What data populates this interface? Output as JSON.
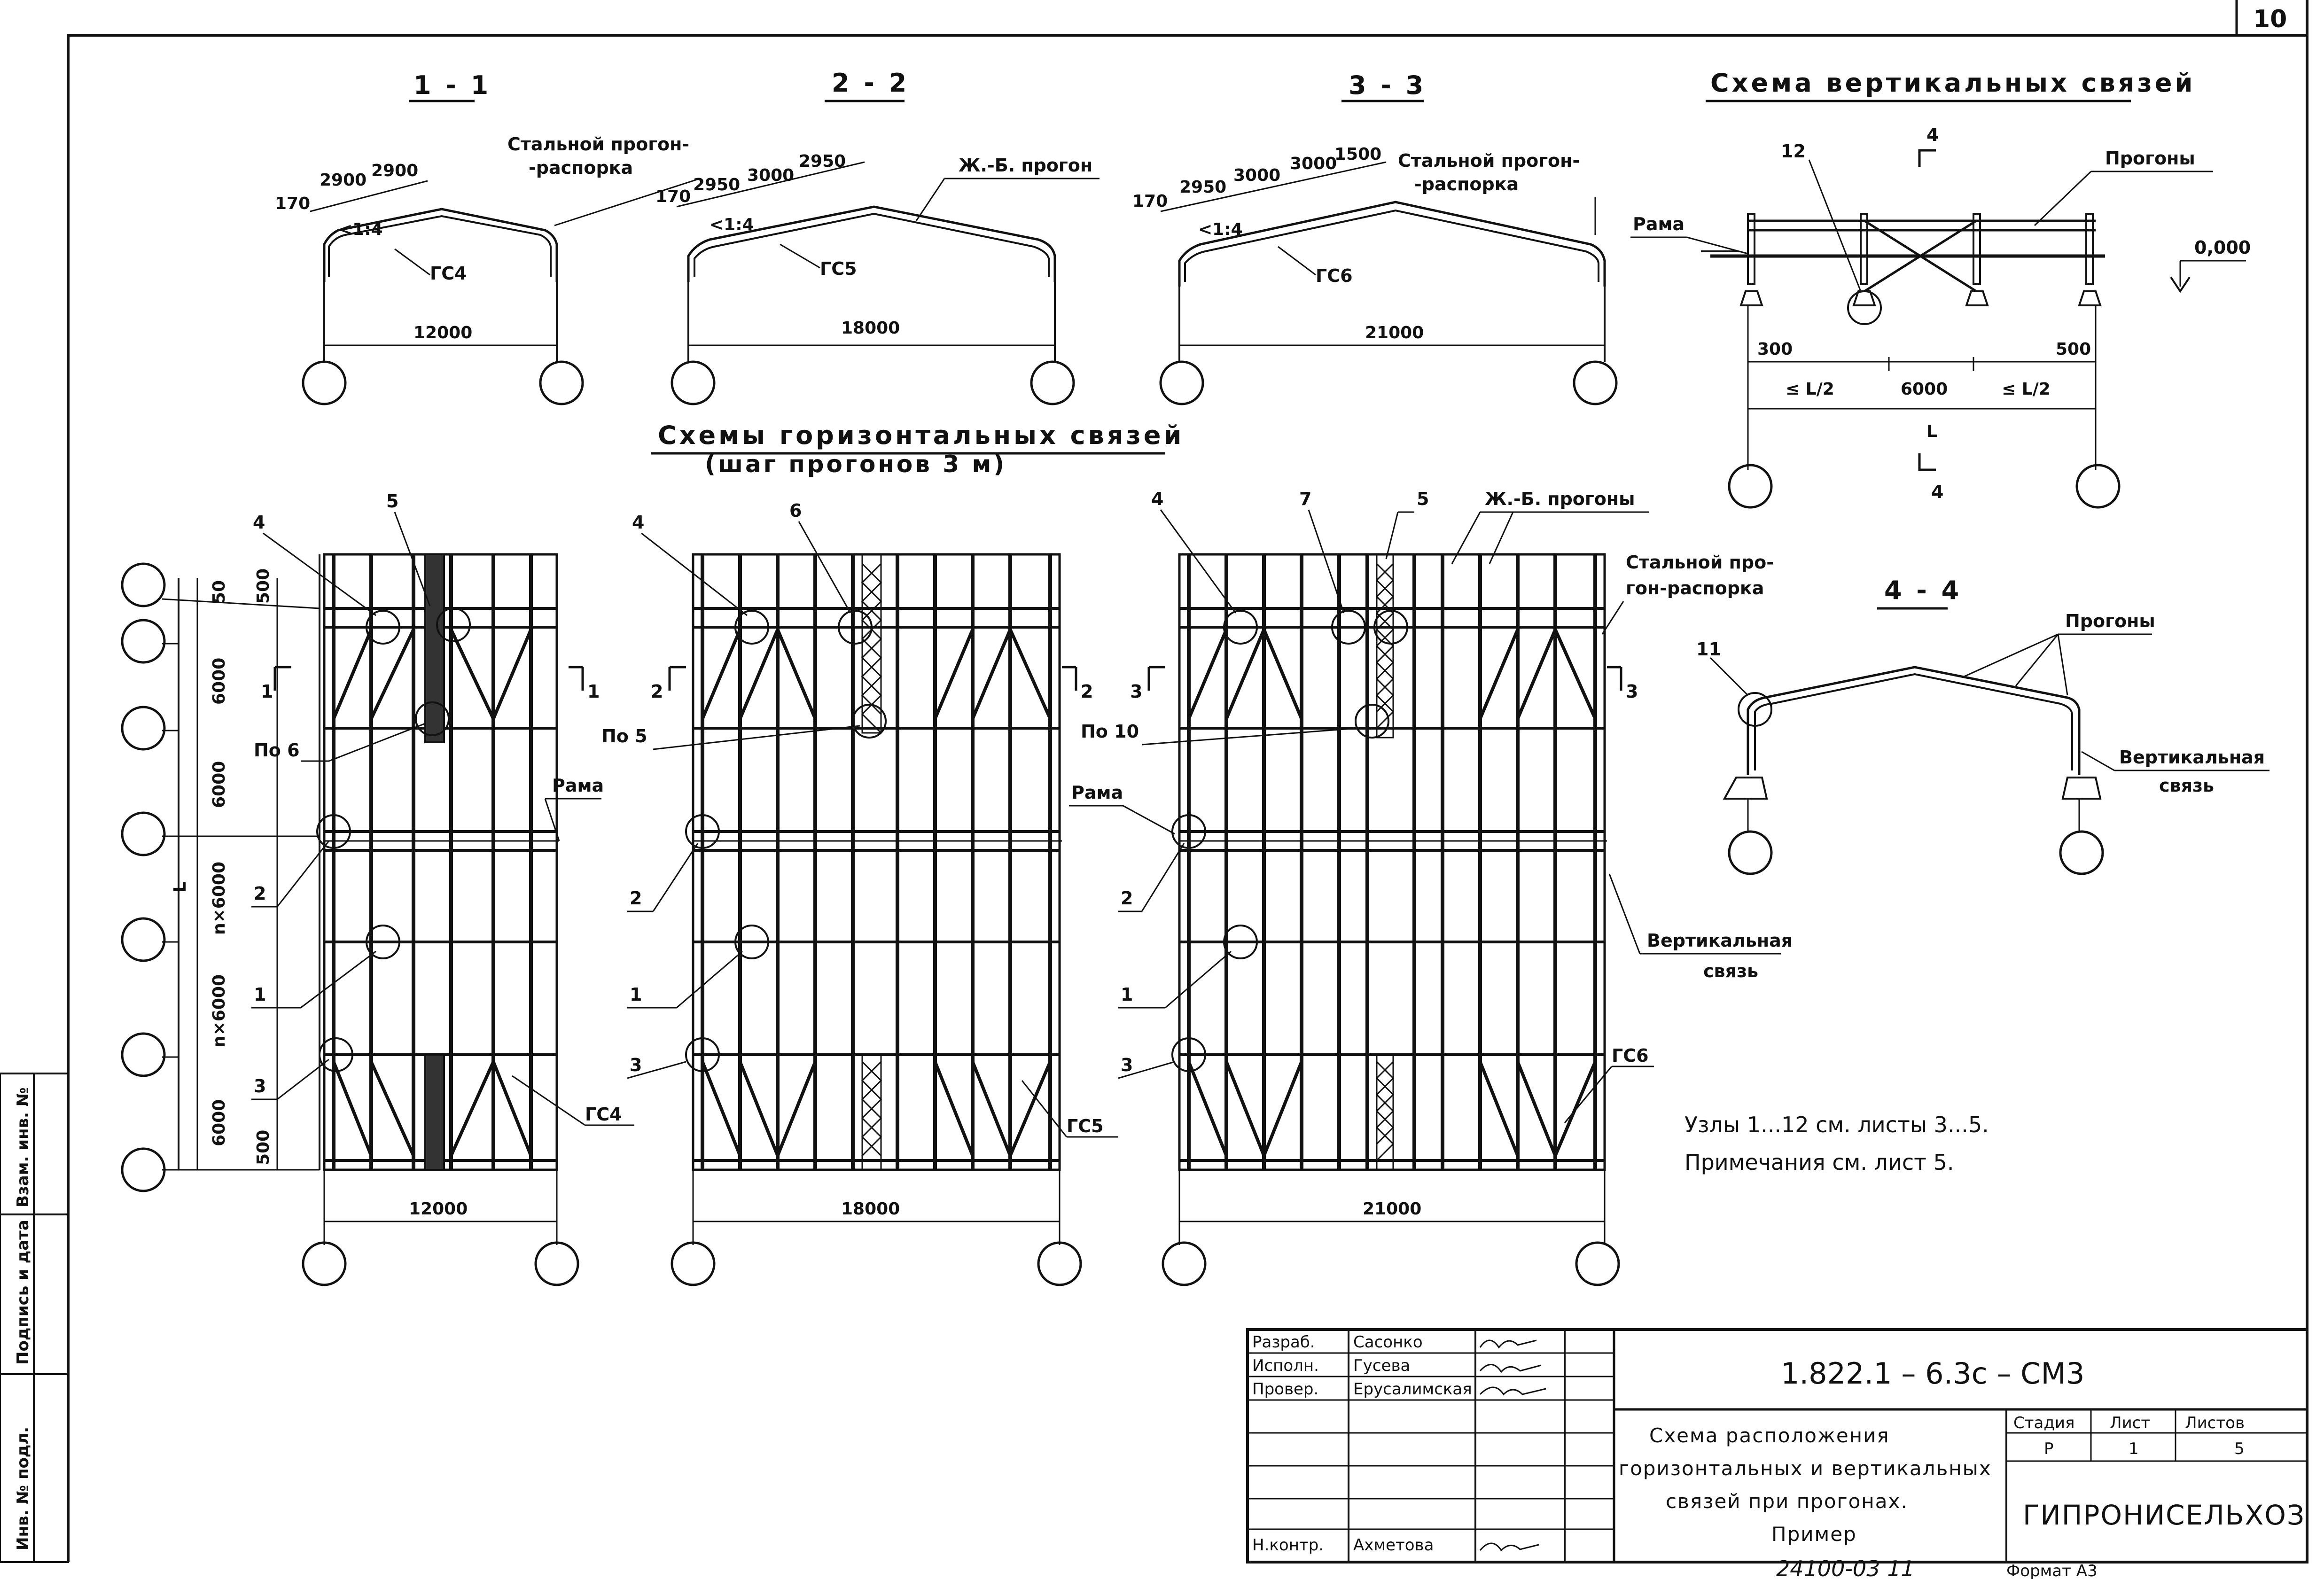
{
  "sheet_number": "10",
  "sections": {
    "s11": {
      "title": "1 - 1",
      "dims": [
        "170",
        "2900",
        "2900",
        "<1:4"
      ],
      "span": "12000",
      "member": "ГС4",
      "note": "Стальной прогон-\n-распорка"
    },
    "s22": {
      "title": "2 - 2",
      "dims": [
        "170",
        "2950",
        "3000",
        "2950",
        "<1:4"
      ],
      "span": "18000",
      "member": "ГС5",
      "note": "Ж.-Б. прогон"
    },
    "s33": {
      "title": "3 - 3",
      "dims": [
        "170",
        "2950",
        "3000",
        "3000",
        "1500",
        "<1:4"
      ],
      "span": "21000",
      "member": "ГС6",
      "note": "Стальной прогон-\n-распорка"
    }
  },
  "vertical_scheme": {
    "title": "Схема вертикальных связей",
    "labels": {
      "section_mark": "4",
      "node": "12",
      "purlins": "Прогоны",
      "frame": "Рама",
      "level": "0,000"
    },
    "dims": {
      "left_off": "300",
      "right_off": "500",
      "left_half": "≤ L/2",
      "mid": "6000",
      "right_half": "≤ L/2",
      "total": "L"
    }
  },
  "horizontal_scheme": {
    "title": "Схемы горизонтальных связей",
    "subtitle": "(шаг прогонов 3 м)",
    "left_dims": [
      "50",
      "500",
      "6000",
      "6000",
      "n×6000",
      "n×6000",
      "6000",
      "500"
    ],
    "left_axis_label": "L",
    "spans": [
      "12000",
      "18000",
      "21000"
    ],
    "callouts": {
      "p1": {
        "top": [
          "4",
          "5"
        ],
        "side": [
          "2",
          "1",
          "3"
        ],
        "po": "По 6",
        "cut": "1",
        "gc": "ГС4",
        "rama": "Рама"
      },
      "p2": {
        "top": [
          "4",
          "6"
        ],
        "side": [
          "2",
          "1",
          "3"
        ],
        "po": "По 5",
        "cut": "2",
        "gc": "ГС5"
      },
      "p3": {
        "top": [
          "4",
          "7",
          "5"
        ],
        "side": [
          "2",
          "1",
          "3"
        ],
        "po": "По 10",
        "cut": "3",
        "gc": "ГС6",
        "rama": "Рама",
        "rc_purlins": "Ж.-Б. прогоны",
        "steel": "Стальной про-\nгон-распорка",
        "vert": "Вертикальная\nсвязь"
      }
    }
  },
  "section44": {
    "title": "4 - 4",
    "node": "11",
    "purlins": "Прогоны",
    "vert": "Вертикальная\nсвязь"
  },
  "notes": [
    "Узлы  1...12  см.  листы  3...5.",
    "Примечания  см.  лист  5."
  ],
  "title_block": {
    "roles": [
      {
        "role": "Разраб.",
        "name": "Сасонко"
      },
      {
        "role": "Исполн.",
        "name": "Гусева"
      },
      {
        "role": "Провер.",
        "name": "Ерусалимская"
      },
      {
        "role": "",
        "name": ""
      },
      {
        "role": "",
        "name": ""
      },
      {
        "role": "",
        "name": ""
      },
      {
        "role": "Н.контр.",
        "name": "Ахметова"
      }
    ],
    "code": "1.822.1 – 6.3с – СМ3",
    "description": [
      "Схема расположения",
      "горизонтальных и вертикальных",
      "связей при прогонах.",
      "Пример"
    ],
    "stage_label": "Стадия",
    "sheet_label": "Лист",
    "sheets_label": "Листов",
    "stage": "Р",
    "sheet": "1",
    "sheets": "5",
    "org": "ГИПРОНИСЕЛЬХОЗ",
    "inventory": "24100-03  11",
    "format": "Формат А3"
  },
  "side_stamp": [
    "Взам. инв. №",
    "Подпись и дата",
    "Инв. № подл."
  ]
}
